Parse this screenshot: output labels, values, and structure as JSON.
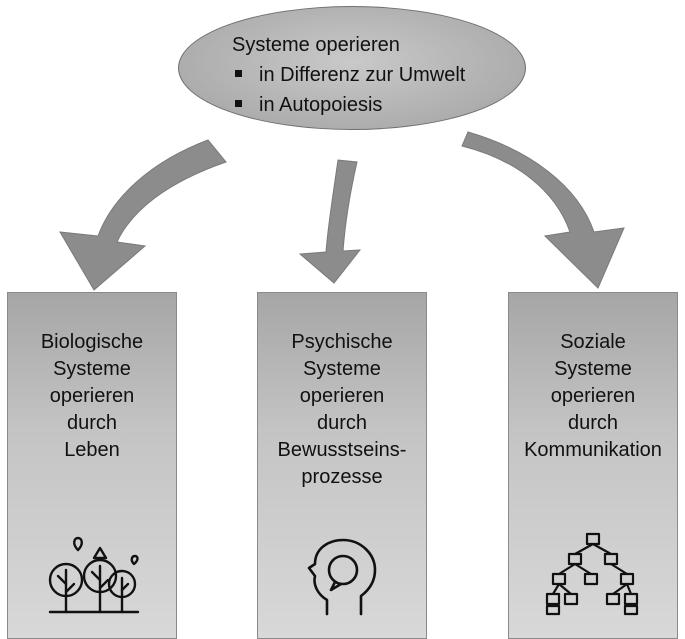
{
  "top": {
    "title": "Systeme operieren",
    "bullets": [
      "in Differenz zur Umwelt",
      "in Autopoiesis"
    ]
  },
  "boxes": [
    {
      "label": "Biologische\nSysteme\noperieren\ndurch\nLeben",
      "icon": "trees-icon"
    },
    {
      "label": "Psychische\nSysteme\noperieren\ndurch\nBewusstseins-\nprozesse",
      "icon": "head-thought-icon"
    },
    {
      "label": "Soziale\nSysteme\noperieren\ndurch\nKommunikation",
      "icon": "network-hierarchy-icon"
    }
  ],
  "colors": {
    "arrow": "#8c8c8c",
    "ellipse": "#b4b4b4",
    "box": "#c4c4c4"
  }
}
